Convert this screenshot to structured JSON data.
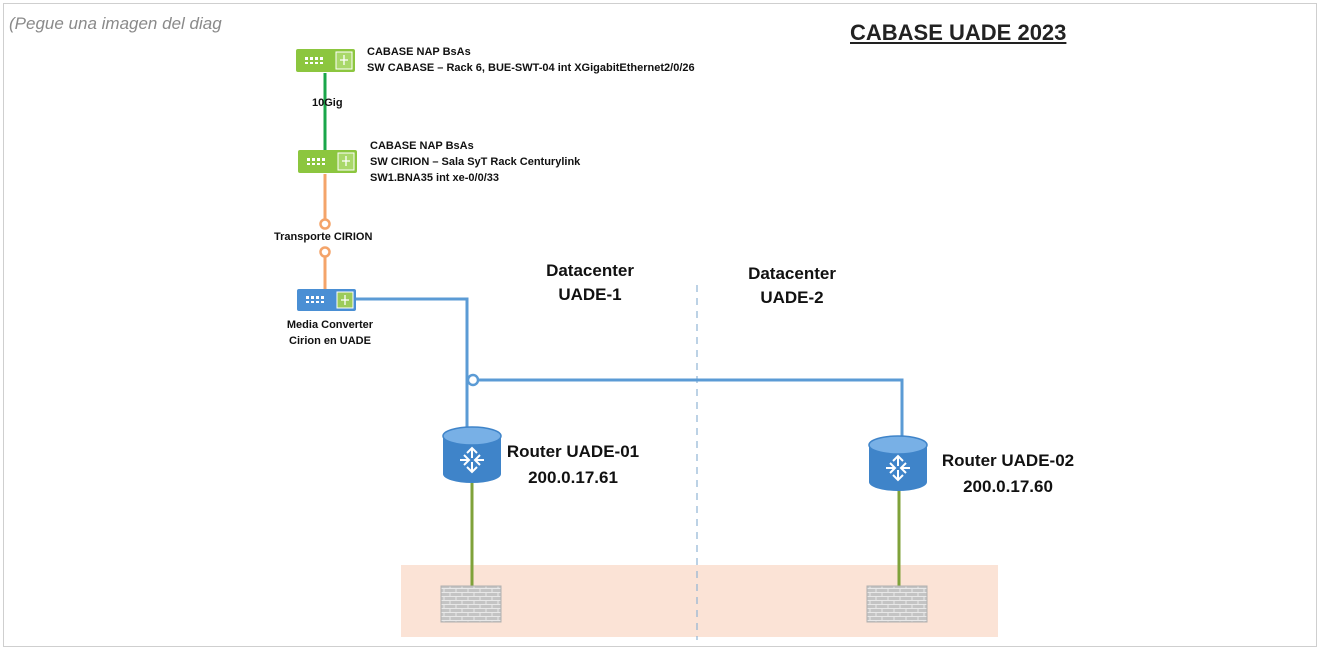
{
  "placeholder_text": "(Pegue una imagen del diag",
  "title": "CABASE UADE 2023",
  "switch_cabase": {
    "line1": "CABASE NAP BsAs",
    "line2": "SW CABASE – Rack 6,  BUE-SWT-04 int XGigabitEthernet2/0/26"
  },
  "link_10g": "10Gig",
  "switch_cirion": {
    "line1": "CABASE NAP BsAs",
    "line2": "SW CIRION – Sala SyT Rack Centurylink",
    "line3": "SW1.BNA35 int xe-0/0/33"
  },
  "transport_label": "Transporte CIRION",
  "media_converter": {
    "line1": "Media Converter",
    "line2": "Cirion en UADE"
  },
  "datacenter1": {
    "line1": "Datacenter",
    "line2": "UADE-1"
  },
  "datacenter2": {
    "line1": "Datacenter",
    "line2": "UADE-2"
  },
  "router1": {
    "name": "Router UADE-01",
    "ip": "200.0.17.61"
  },
  "router2": {
    "name": "Router UADE-02",
    "ip": "200.0.17.60"
  },
  "colors": {
    "switch_green": "#8cc63f",
    "converter_blue": "#4a8fd4",
    "router_blue": "#3f84c9",
    "link_green": "#1aa64a",
    "link_orange": "#f4a46a",
    "link_blue": "#5b9bd5",
    "link_olive": "#7fa23a",
    "zone_fill": "#fbe3d6",
    "firewall_gray": "#bdbdbd"
  }
}
